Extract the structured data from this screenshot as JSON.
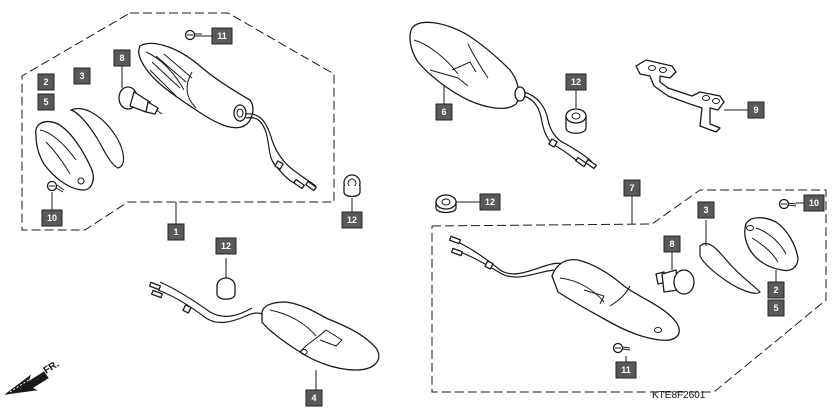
{
  "drawing_code": "KTE8F2601",
  "front_mark": "FR.",
  "callouts": {
    "c1": "1",
    "c2a": "2",
    "c5a": "5",
    "c3a": "3",
    "c8a": "8",
    "c11a": "11",
    "c10a": "10",
    "c12a": "12",
    "c12b": "12",
    "c4": "4",
    "c6": "6",
    "c12c": "12",
    "c9": "9",
    "c12d": "12",
    "c7": "7",
    "c3b": "3",
    "c10b": "10",
    "c8b": "8",
    "c2b": "2",
    "c5b": "5",
    "c11b": "11"
  },
  "icons": [
    "front-arrow-icon"
  ]
}
